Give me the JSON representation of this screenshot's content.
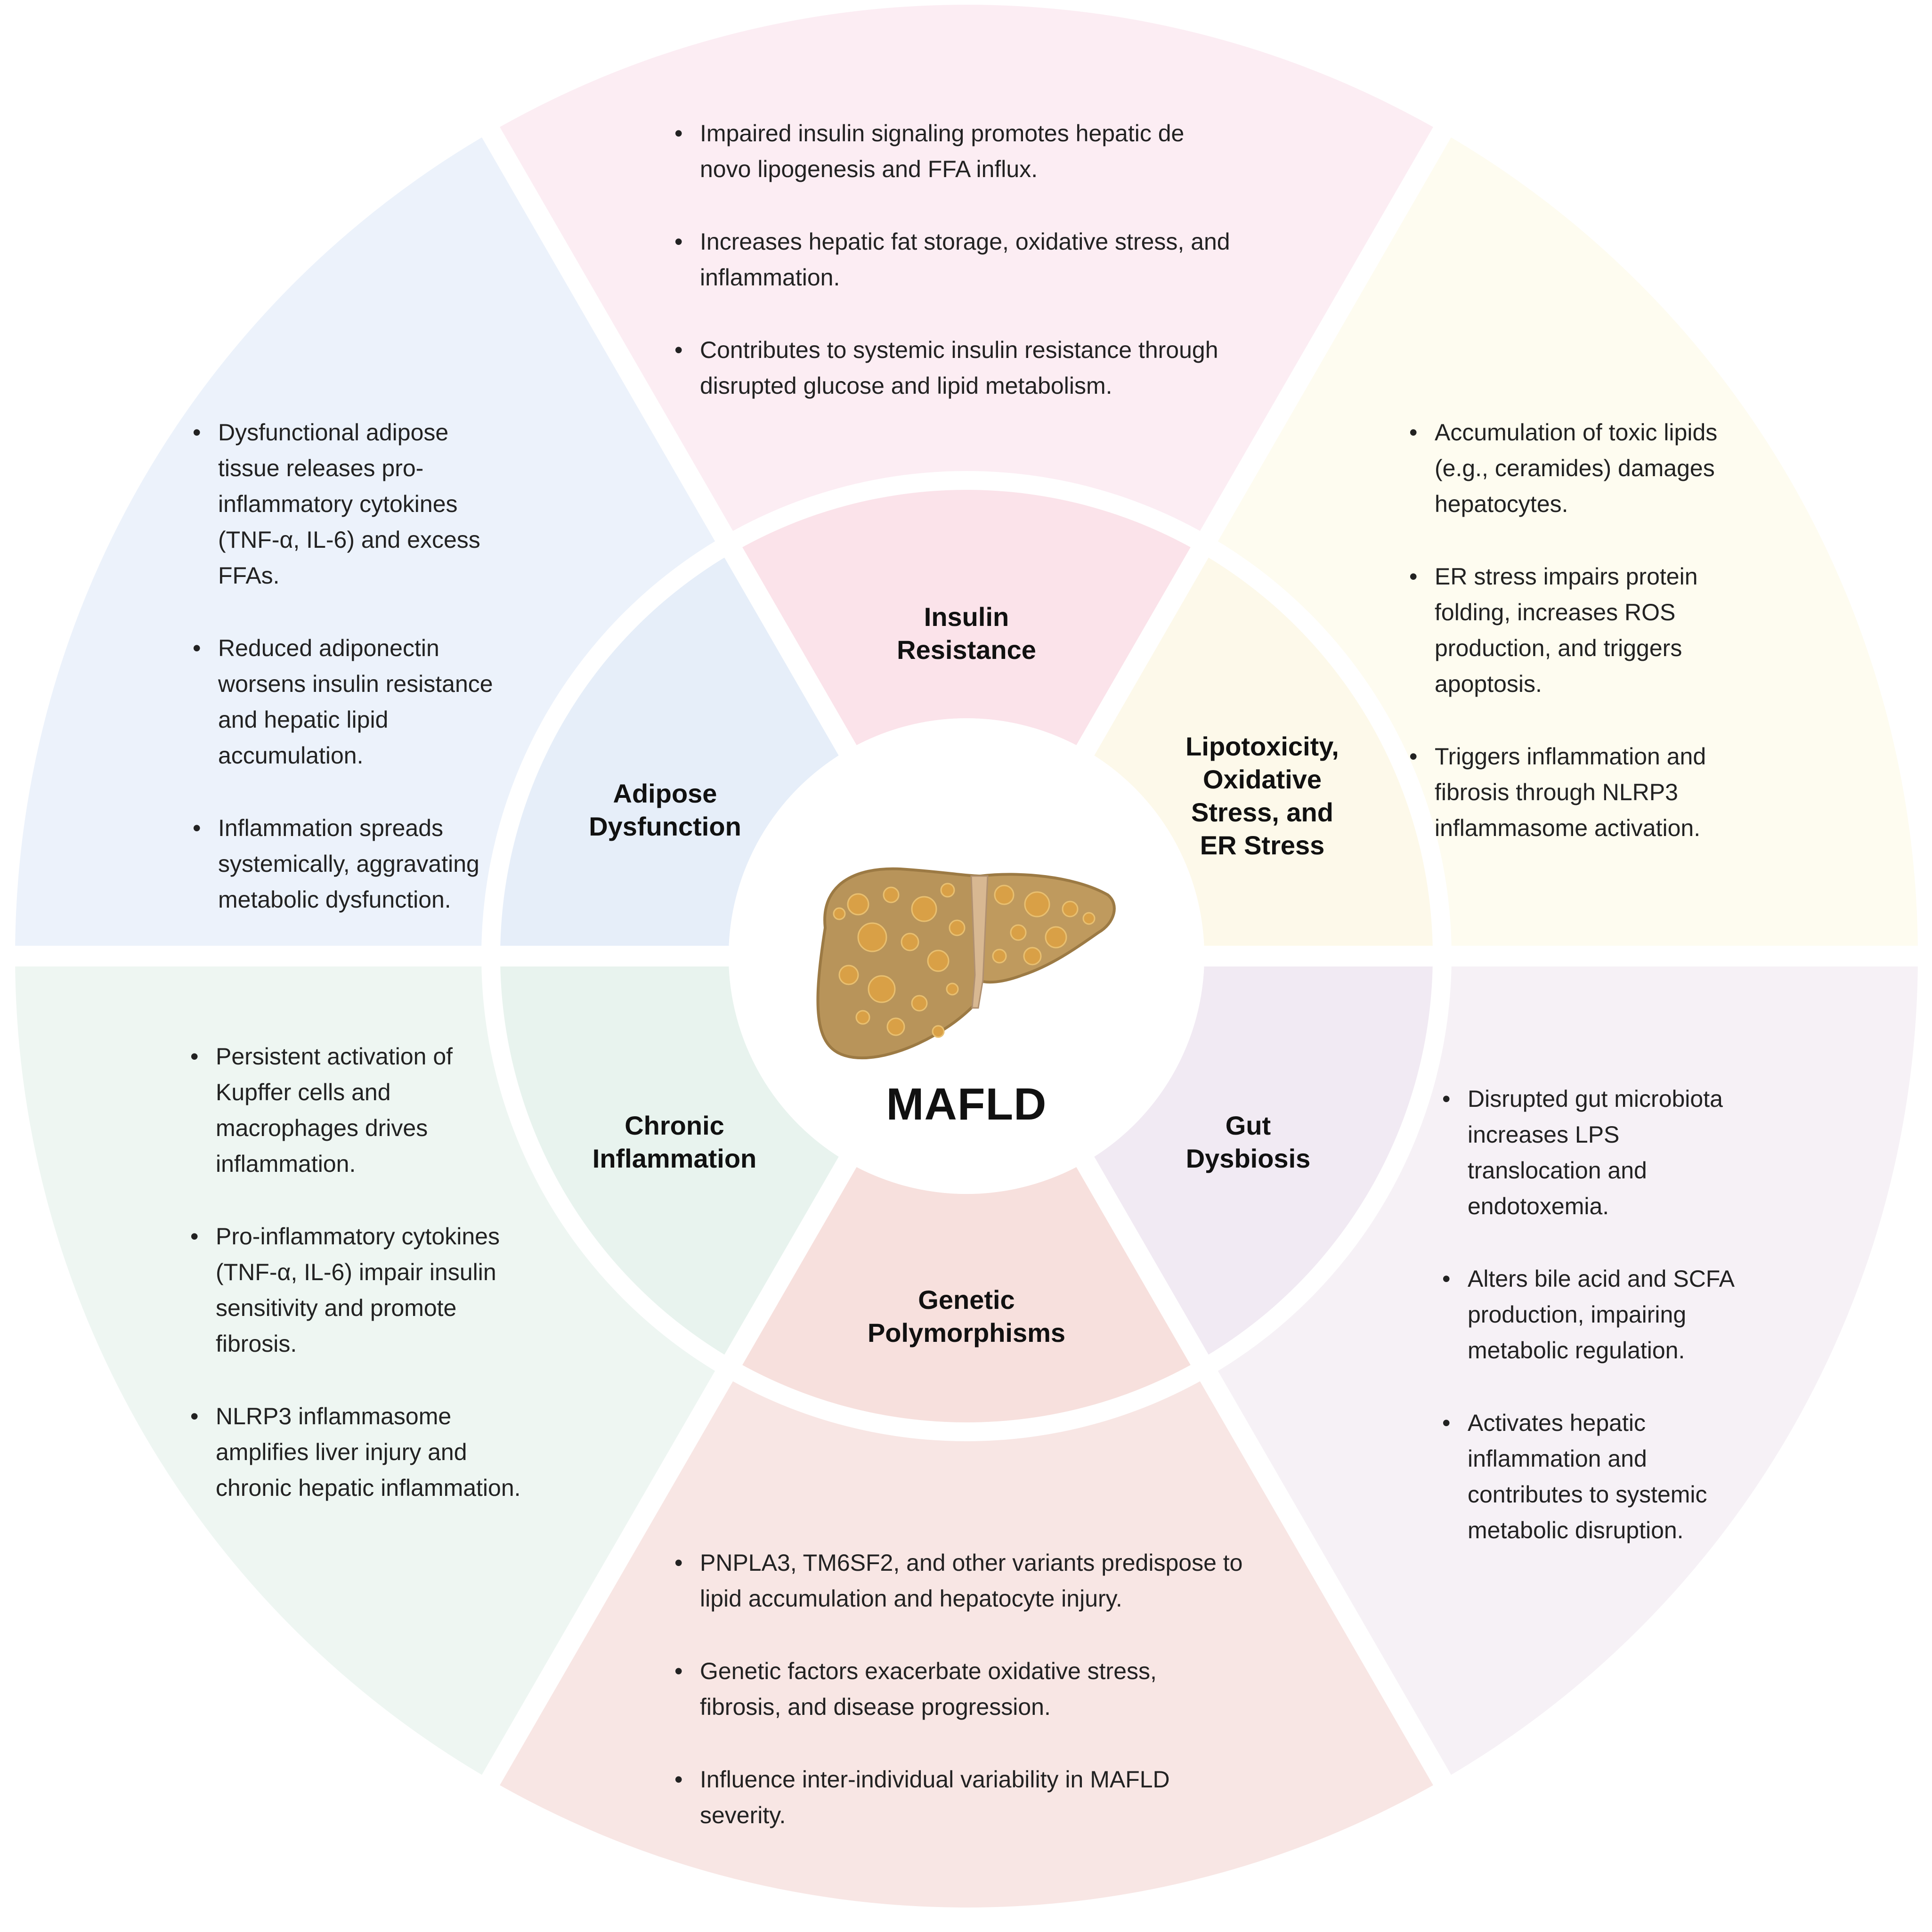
{
  "center": {
    "title": "MAFLD",
    "icon": "liver-icon"
  },
  "colors": {
    "insulin": "#fcedf3",
    "lipo": "#fefcf0",
    "gut": "#f6f1f6",
    "genetic": "#f8e6e4",
    "chronic": "#eef6f2",
    "adipose": "#ecf2fb",
    "insulin_inner": "#fbe3ea",
    "lipo_inner": "#fdf9ea",
    "gut_inner": "#f1eaf3",
    "genetic_inner": "#f7e0dd",
    "chronic_inner": "#e8f3ee",
    "adipose_inner": "#e6eef9",
    "liver": "#b8945a",
    "liver_dark": "#9c7a44"
  },
  "segments": [
    {
      "key": "insulin",
      "label": [
        "Insulin",
        "Resistance"
      ],
      "bullets": [
        [
          "Impaired insulin signaling promotes hepatic de",
          "novo lipogenesis and FFA influx."
        ],
        [
          "Increases hepatic fat storage, oxidative stress, and",
          "inflammation."
        ],
        [
          "Contributes to systemic insulin resistance through",
          "disrupted glucose and lipid metabolism."
        ]
      ]
    },
    {
      "key": "lipo",
      "label": [
        "Lipotoxicity,",
        "Oxidative",
        "Stress, and",
        "ER Stress"
      ],
      "bullets": [
        [
          "Accumulation of toxic lipids",
          "(e.g., ceramides) damages",
          "hepatocytes."
        ],
        [
          "ER stress impairs protein",
          "folding, increases ROS",
          "production, and triggers",
          "apoptosis."
        ],
        [
          "Triggers inflammation and",
          "fibrosis through NLRP3",
          "inflammasome activation."
        ]
      ]
    },
    {
      "key": "gut",
      "label": [
        "Gut",
        "Dysbiosis"
      ],
      "bullets": [
        [
          "Disrupted gut microbiota",
          "increases LPS",
          "translocation and",
          "endotoxemia."
        ],
        [
          "Alters bile acid and SCFA",
          "production, impairing",
          "metabolic regulation."
        ],
        [
          "Activates hepatic",
          "inflammation and",
          "contributes to systemic",
          "metabolic disruption."
        ]
      ]
    },
    {
      "key": "genetic",
      "label": [
        "Genetic",
        "Polymorphisms"
      ],
      "bullets": [
        [
          "PNPLA3, TM6SF2, and other variants predispose to",
          "lipid accumulation and hepatocyte injury."
        ],
        [
          "Genetic factors exacerbate oxidative stress,",
          "fibrosis, and disease progression."
        ],
        [
          "Influence inter-individual variability in MAFLD",
          "severity."
        ]
      ]
    },
    {
      "key": "chronic",
      "label": [
        "Chronic",
        "Inflammation"
      ],
      "bullets": [
        [
          "Persistent activation of",
          "Kupffer cells and",
          "macrophages drives",
          "inflammation."
        ],
        [
          "Pro-inflammatory cytokines",
          "(TNF-α, IL-6) impair insulin",
          "sensitivity and promote",
          "fibrosis."
        ],
        [
          "NLRP3 inflammasome",
          "amplifies liver injury and",
          "chronic hepatic inflammation."
        ]
      ]
    },
    {
      "key": "adipose",
      "label": [
        "Adipose",
        "Dysfunction"
      ],
      "bullets": [
        [
          "Dysfunctional adipose",
          "tissue releases pro-",
          "inflammatory cytokines",
          "(TNF-α, IL-6) and excess",
          "FFAs."
        ],
        [
          "Reduced adiponectin",
          "worsens insulin resistance",
          "and hepatic lipid",
          "accumulation."
        ],
        [
          "Inflammation spreads",
          "systemically, aggravating",
          "metabolic dysfunction."
        ]
      ]
    }
  ]
}
